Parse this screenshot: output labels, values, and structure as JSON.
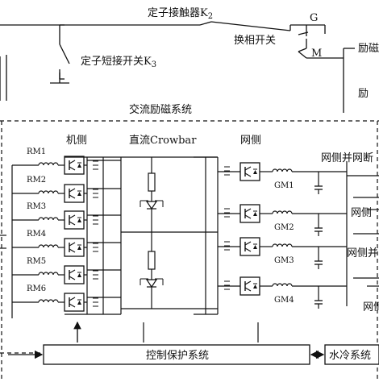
{
  "labels": {
    "stator_contactor": "定子接触器K",
    "stator_contactor_sub": "2",
    "commutation_switch": "换相开关",
    "g": "G",
    "m": "M",
    "stator_short_switch": "定子短接开关K",
    "stator_short_switch_sub": "3",
    "excitation_right_1": "励磁",
    "excitation_right_2": "励",
    "ac_excitation_system": "交流励磁系统",
    "machine_side": "机侧",
    "dc_crowbar": "直流Crowbar",
    "grid_side": "网侧",
    "grid_breaker": "网侧并网断",
    "grid_r1": "网侧",
    "grid_r2": "网侧并",
    "grid_r3": "网侧",
    "control_protection": "控制保护系统",
    "water_cooling": "水冷系统"
  },
  "rm_labels": [
    "RM1",
    "RM2",
    "RM3",
    "RM4",
    "RM5",
    "RM6"
  ],
  "gm_labels": [
    "GM1",
    "GM2",
    "GM3",
    "GM4"
  ]
}
